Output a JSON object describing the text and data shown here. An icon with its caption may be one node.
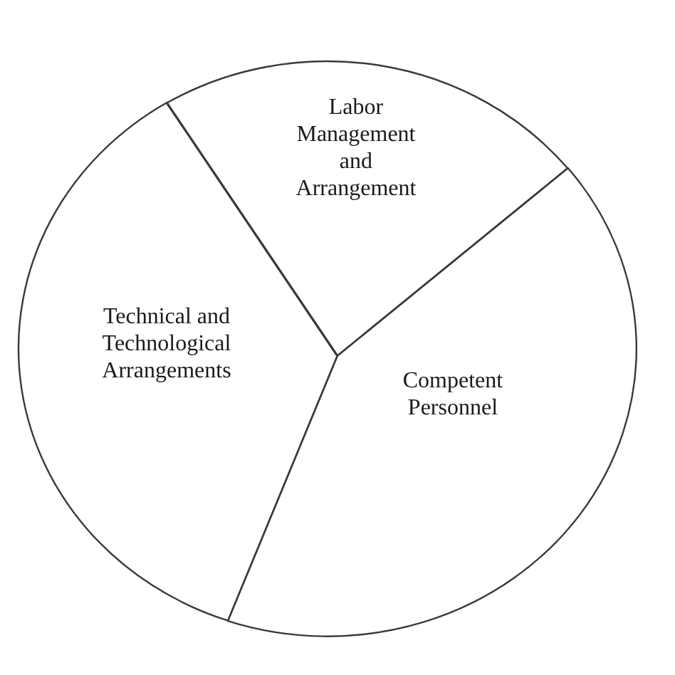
{
  "diagram": {
    "nodes": [
      {
        "text": [
          "Labor Management and Arrangement"
        ]
      },
      {
        "text": [
          "Technical and Technological Arrangements"
        ]
      },
      {
        "text": [
          "Competent Personnel"
        ]
      }
    ]
  }
}
